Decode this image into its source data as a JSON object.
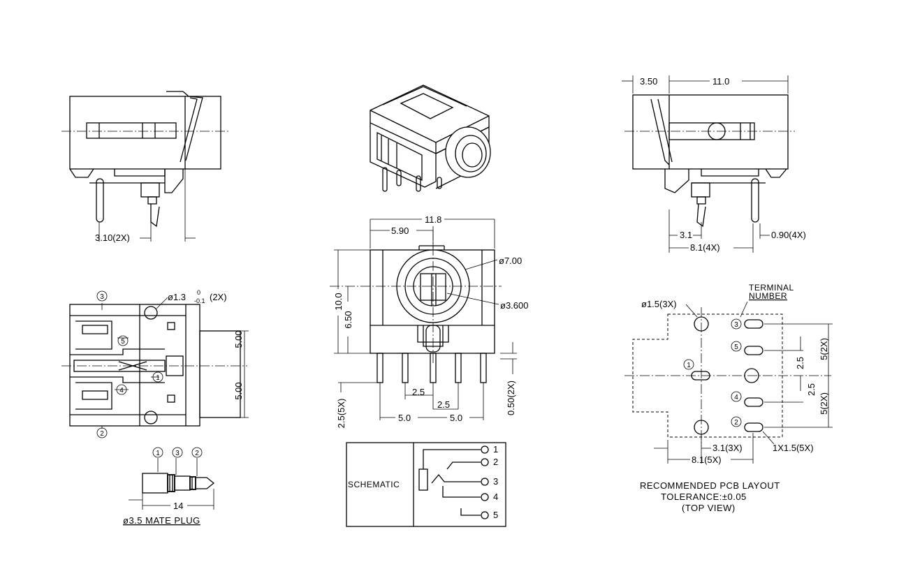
{
  "side_view_left": {
    "dim_pin_spacing": "3.10(2X)"
  },
  "side_view_right": {
    "dim_offset": "3.50",
    "dim_width": "11.0",
    "dim_pin1": "3.1",
    "dim_pin2": "8.1(4X)",
    "dim_pin_width": "0.90(4X)"
  },
  "bottom_view": {
    "callout_3": "3",
    "callout_5": "5",
    "callout_1": "1",
    "callout_4": "4",
    "callout_2": "2",
    "hole_dim": "ø1.3",
    "hole_tol_plus": "0",
    "hole_tol_minus": "-0.1",
    "hole_count": "(2X)",
    "dim_upper": "5.00",
    "dim_lower": "5.00"
  },
  "mate_plug": {
    "pin_1": "1",
    "pin_3": "3",
    "pin_2": "2",
    "length": "14",
    "title": "ø3.5 MATE PLUG"
  },
  "front_view": {
    "dim_total_width": "11.8",
    "dim_half_width": "5.90",
    "dim_outer_dia": "ø7.00",
    "dim_inner_dia": "ø3.600",
    "dim_height": "10.0",
    "dim_center_height": "6.50",
    "dim_pin_pitch_a": "2.5",
    "dim_pin_pitch_b": "2.5",
    "dim_pin_span_left": "5.0",
    "dim_pin_span_right": "5.0",
    "dim_pin_length": "2.5(5X)",
    "dim_pin_thickness": "0.50(2X)"
  },
  "schematic": {
    "label": "SCHEMATIC",
    "pins": [
      "1",
      "2",
      "3",
      "4",
      "5"
    ]
  },
  "pcb_layout": {
    "terminal_label_1": "TERMINAL",
    "terminal_label_2": "NUMBER",
    "hole_dim": "ø1.5(3X)",
    "terminals": [
      "3",
      "5",
      "1",
      "4",
      "2"
    ],
    "dim_25_upper": "2.5",
    "dim_5_upper": "5(2X)",
    "dim_25_lower": "2.5",
    "dim_5_lower": "5(2X)",
    "dim_slot": "1X1.5(5X)",
    "dim_31": "3.1(3X)",
    "dim_81": "8.1(5X)",
    "title": "RECOMMENDED PCB LAYOUT",
    "tolerance": "TOLERANCE:±0.05",
    "view": "(TOP VIEW)"
  },
  "isometric_view": {}
}
